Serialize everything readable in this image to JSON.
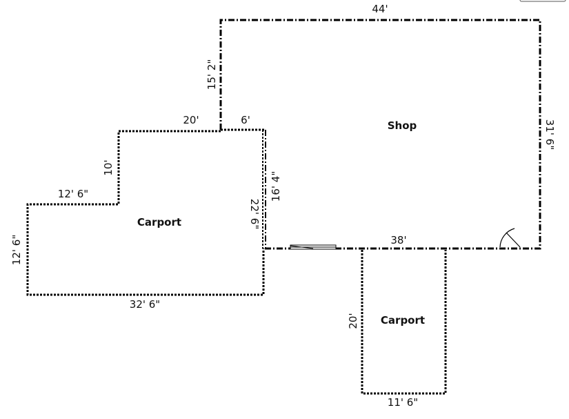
{
  "rooms": {
    "shop": "Shop",
    "carport_left": "Carport",
    "carport_bottom": "Carport"
  },
  "dimensions": {
    "shop_top": "44'",
    "shop_left_upper": "15' 2\"",
    "shop_right": "31' 6\"",
    "shop_bottom": "38'",
    "shop_left_lower": "16' 4\"",
    "notch_6": "6'",
    "carport_top": "20'",
    "carport_step_vertical": "10'",
    "carport_step_horizontal": "12' 6\"",
    "carport_left_side": "12' 6\"",
    "carport_bottom_side": "32' 6\"",
    "carport_right_side": "22' 6\"",
    "carport2_side": "20'",
    "carport2_bottom": "11' 6\""
  },
  "colors": {
    "lines": "#000000",
    "background": "#ffffff"
  },
  "symbols": {
    "door": "door-swing-icon",
    "window": "window-icon"
  }
}
